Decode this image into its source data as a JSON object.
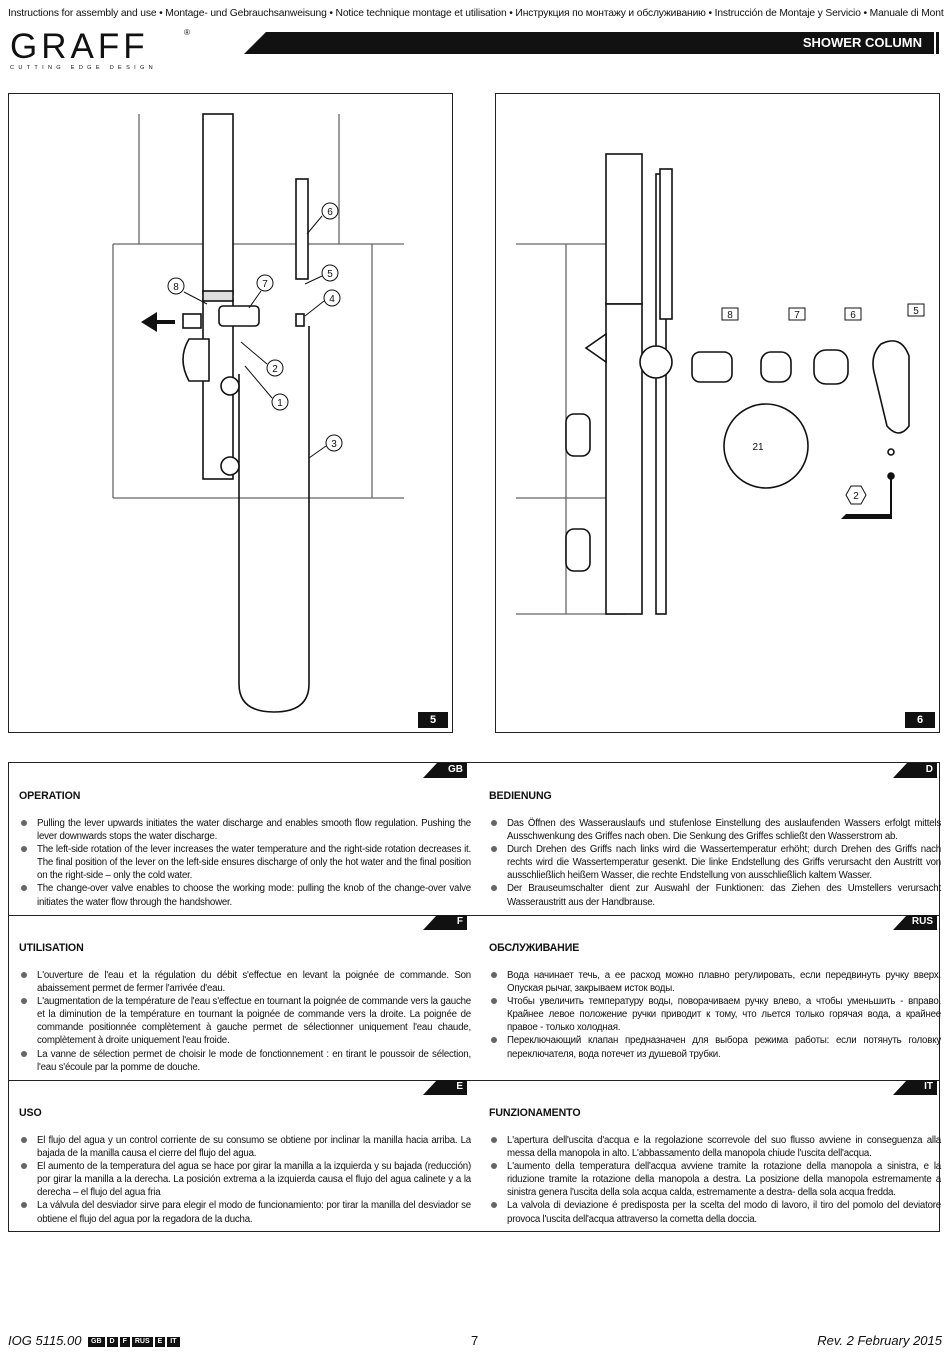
{
  "header": {
    "languages_line": "Instructions for assembly and use • Montage- und Gebrauchsanweisung • Notice technique montage et utilisation • Инструкция по монтажу и обслуживанию • Instrucción de Montaje y Servicio • Manuale di Montaggio e Uso",
    "brand": "GRAFF",
    "brand_tagline": "CUTTING EDGE DESIGN",
    "brand_mark": "®",
    "product_title": "SHOWER COLUMN"
  },
  "figures": {
    "left": {
      "number": "5",
      "callouts": [
        "1",
        "2",
        "3",
        "4",
        "5",
        "6",
        "7",
        "8"
      ]
    },
    "right": {
      "number": "6",
      "callouts": [
        "8",
        "7",
        "6",
        "5",
        "2"
      ],
      "wrench_size": "21"
    }
  },
  "sections": [
    {
      "row": 0,
      "left": {
        "lang": "GB",
        "heading": "OPERATION",
        "bullets": [
          "Pulling the lever upwards initiates the water discharge and enables smooth flow regulation. Pushing the lever downwards stops the water discharge.",
          "The left-side rotation of the lever increases the water temperature and the right-side rotation decreases it. The final position of the lever on the left-side ensures discharge of only the hot water and the final position on the right-side – only the cold water.",
          "The change-over valve enables to choose the working mode: pulling the knob of the change-over valve initiates the water flow through the handshower."
        ]
      },
      "right": {
        "lang": "D",
        "heading": "BEDIENUNG",
        "bullets": [
          "Das Öffnen des Wasserauslaufs und stufenlose Einstellung des auslaufenden Wassers erfolgt mittels Ausschwenkung des Griffes nach oben. Die Senkung des Griffes schließt den Wasserstrom ab.",
          "Durch Drehen des Griffs nach links wird die Wassertemperatur erhöht; durch Drehen des Griffs nach rechts wird die Wassertemperatur gesenkt. Die linke Endstellung des Griffs verursacht den Austritt von ausschließlich heißem Wasser, die rechte Endstellung von ausschließlich kaltem Wasser.",
          "Der Brauseumschalter dient zur Auswahl der Funktionen: das Ziehen des Umstellers verursacht Wasseraustritt aus der Handbrause."
        ]
      }
    },
    {
      "row": 1,
      "left": {
        "lang": "F",
        "heading": "UTILISATION",
        "bullets": [
          "L'ouverture de l'eau et la régulation du débit s'effectue en levant la poignée de commande. Son abaissement permet de fermer l'arrivée d'eau.",
          "L'augmentation de la température de l'eau s'effectue en tournant la poignée de commande vers la gauche et la diminution de la température en tournant la poignée de commande vers la droite. La poignée de commande positionnée complètement à gauche permet de sélectionner uniquement l'eau chaude, complètement à droite uniquement l'eau froide.",
          "La vanne de sélection permet de choisir le mode de fonctionnement : en tirant le poussoir de sélection, l'eau s'écoule par la pomme de douche."
        ]
      },
      "right": {
        "lang": "RUS",
        "heading": "ОБСЛУЖИВАНИЕ",
        "bullets": [
          "Вода начинает течь, а ее расход можно плавно регулировать, если передвинуть ручку вверх. Опуская рычаг, закрываем исток воды.",
          "Чтобы увеличить температуру воды, поворачиваем ручку влево, а чтобы уменьшить - вправо. Крайнее левое положение ручки приводит к тому, что льется только горячая вода, а крайнее правое - только холодная.",
          "Переключающий клапан предназначен для выбора режима работы: если потянуть головку переключателя, вода потечет из душевой трубки."
        ]
      }
    },
    {
      "row": 2,
      "left": {
        "lang": "E",
        "heading": "USO",
        "bullets": [
          "El flujo del agua y un control corriente de su consumo se obtiene por inclinar la manilla hacia arriba. La bajada de la manilla causa el cierre del flujo del agua.",
          "El aumento de la temperatura del agua se hace por girar la manilla a la izquierda y su bajada (reducción) por girar la manilla a la derecha. La posición extrema a la izquierda causa el flujo del agua calinete y a la derecha – el flujo del agua fria",
          "La válvula del desviador sirve para elegir el modo de funcionamiento: por tirar la manilla del desviador se obtiene el flujo del agua por la regadora de la ducha."
        ]
      },
      "right": {
        "lang": "IT",
        "heading": "FUNZIONAMENTO",
        "bullets": [
          "L'apertura dell'uscita d'acqua e la regolazione scorrevole del suo flusso avviene in conseguenza alla messa della manopola in alto. L'abbassamento della manopola chiude l'uscita dell'acqua.",
          "L'aumento della temperatura dell'acqua avviene tramite la rotazione della manopola a sinistra, e la riduzione tramite la rotazione della manopola a destra. La posizione della manopola estremamente a sinistra genera l'uscita della sola acqua calda, estremamente a destra- della sola acqua fredda.",
          "La valvola di deviazione é predisposta per la scelta del modo di lavoro, il tiro del pomolo del deviatore provoca l'uscita dell'acqua attraverso la cornetta della doccia."
        ]
      }
    }
  ],
  "footer": {
    "doc_code": "IOG 5115.00",
    "lang_codes": [
      "GB",
      "D",
      "F",
      "RUS",
      "E",
      "IT"
    ],
    "page_number": "7",
    "revision": "Rev. 2 February 2015"
  }
}
